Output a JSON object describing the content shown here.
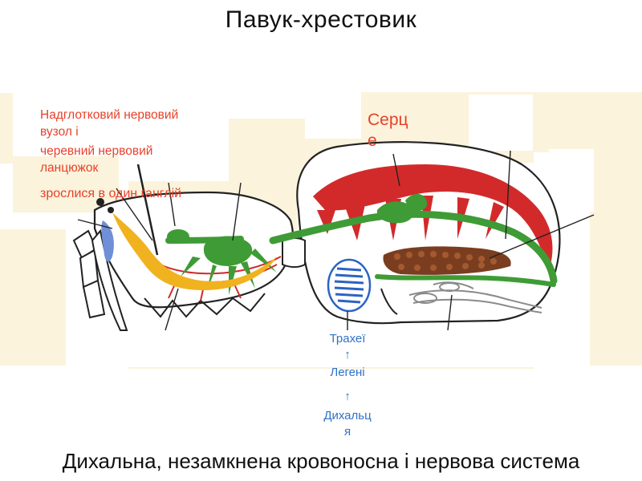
{
  "title": "Павук-хрестовик",
  "caption": "Дихальна, незамкнена кровоносна і нервова система",
  "labels": {
    "ganglion_line1": "Надглотковий нервовий",
    "ganglion_line2": "вузол і",
    "ganglion_line3": "черевний нервовий",
    "ganglion_line4": "ланцюжок",
    "ganglion_line5": "зрослися в один ганглій",
    "heart_line1": "Серц",
    "heart_line2": "е",
    "tracheae": "Трахеї",
    "arrow1": "↑",
    "lungs": "Легені",
    "arrow2": "↑",
    "spiracles_line1": "Дихальц",
    "spiracles_line2": "я"
  },
  "colors": {
    "label_red": "#e8412a",
    "label_blue": "#2f72c8",
    "heart": "#d22a2a",
    "nerve_green": "#3f9b35",
    "nerve_yellow": "#f0b21f",
    "lung_blue": "#2c63c4",
    "gut_brown": "#7a3d20",
    "background_panel": "#fbf3dc"
  }
}
